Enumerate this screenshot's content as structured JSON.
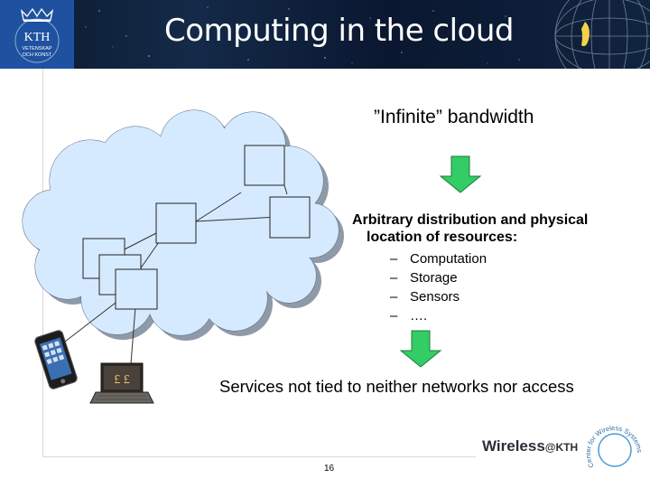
{
  "header": {
    "title": "Computing in the cloud",
    "logo_text": [
      "KTH",
      "VETENSKAP",
      "OCH KONST"
    ]
  },
  "content": {
    "bandwidth_label": "”Infinite” bandwidth",
    "arbitrary_line1": "Arbitrary distribution and physical",
    "arbitrary_line2": "location of resources:",
    "sub_items": [
      {
        "dash": "–",
        "label": "Computation"
      },
      {
        "dash": "–",
        "label": "Storage"
      },
      {
        "dash": "–",
        "label": "Sensors"
      },
      {
        "dash": "–",
        "label": "…."
      }
    ],
    "services_label": "Services not tied to neither networks nor access"
  },
  "footer": {
    "page_number": "16",
    "brand_main": "Wireless",
    "brand_at": "@KTH",
    "center_text": "Center for Wireless Systems"
  },
  "colors": {
    "cloud_fill": "#d6eaff",
    "cloud_shadow": "#8f9aa8",
    "arrow_fill": "#33cc66",
    "header_bg": "#0b1a2e",
    "logo_bg": "#1e52a0"
  },
  "icons": [
    "cloud-shape",
    "down-arrow-icon",
    "smartphone-icon",
    "laptop-icon"
  ]
}
